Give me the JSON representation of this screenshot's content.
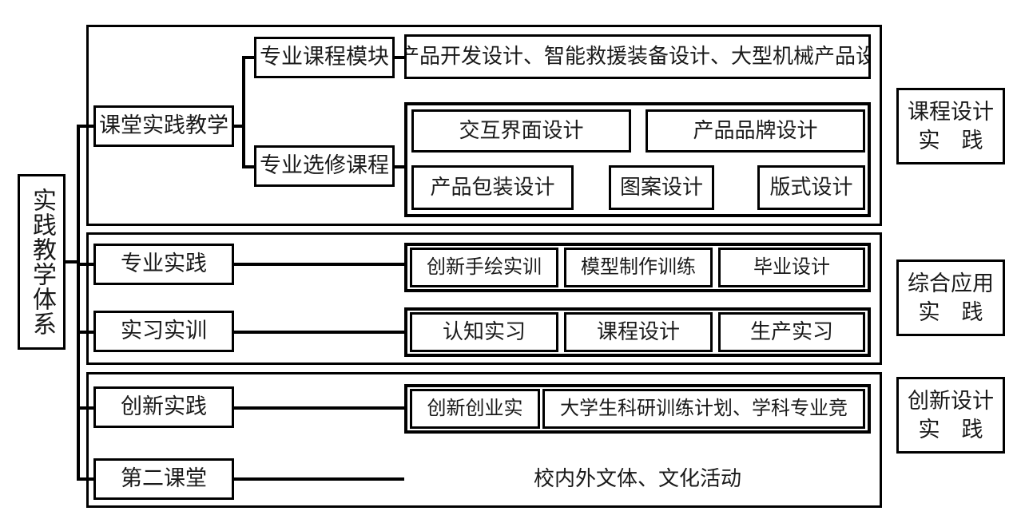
{
  "diagram": {
    "title_root": "实践教学体系",
    "levels": [
      {
        "id": "classroom",
        "category": "课堂实践教学",
        "side_label": "课程设计\n实　践",
        "branches": [
          {
            "name": "专业课程模块",
            "items": [
              "产品开发设计、智能救援装备设计、大型机械产品设"
            ]
          },
          {
            "name": "专业选修课程",
            "items": [
              "交互界面设计",
              "产品品牌设计",
              "产品包装设计",
              "图案设计",
              "版式设计"
            ]
          }
        ]
      },
      {
        "id": "comprehensive",
        "side_label": "综合应用\n实　践",
        "rows": [
          {
            "category": "专业实践",
            "items": [
              "创新手绘实训",
              "模型制作训练",
              "毕业设计"
            ]
          },
          {
            "category": "实习实训",
            "items": [
              "认知实习",
              "课程设计",
              "生产实习"
            ]
          }
        ]
      },
      {
        "id": "innovation",
        "side_label": "创新设计\n实　践",
        "rows": [
          {
            "category": "创新实践",
            "items": [
              "创新创业实",
              "大学生科研训练计划、学科专业竞"
            ]
          },
          {
            "category": "第二课堂",
            "items": [
              "校内外文体、文化活动"
            ]
          }
        ]
      }
    ]
  },
  "colors": {
    "stroke": "#000000",
    "background": "#ffffff",
    "text": "#1a1a1a"
  }
}
